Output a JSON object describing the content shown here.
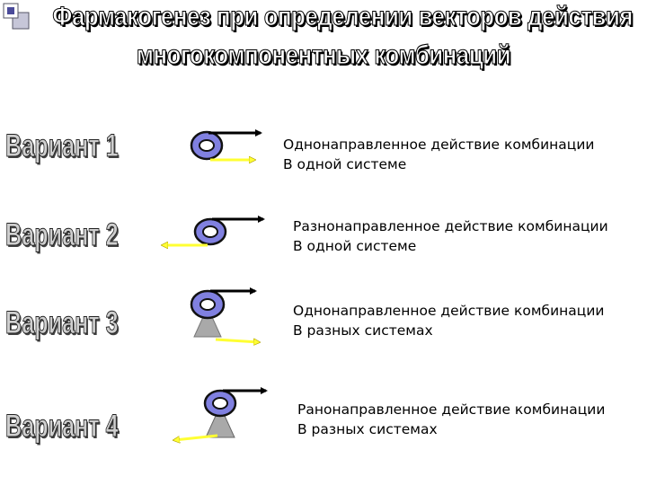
{
  "title": {
    "line1": "Фармакогенез при определении векторов действия",
    "line2": "многокомпонентных комбинаций"
  },
  "variants": [
    {
      "label": "Вариант 1",
      "line1": "Однонаправленное действие комбинации",
      "line2": "В одной системе"
    },
    {
      "label": "Вариант 2",
      "line1": "Разнонаправленное действие комбинации",
      "line2": "В одной системе"
    },
    {
      "label": "Вариант 3",
      "line1": "Однонаправленное действие комбинации",
      "line2": "В разных системах"
    },
    {
      "label": "Вариант 4",
      "line1": "Ранонаправленное действие комбинации",
      "line2": "В разных системах"
    }
  ],
  "colors": {
    "arrow_black": "#000000",
    "arrow_yellow": "#ffff33",
    "disk_blue": "#8080e0",
    "triangle_gray": "#a9a9a9"
  }
}
